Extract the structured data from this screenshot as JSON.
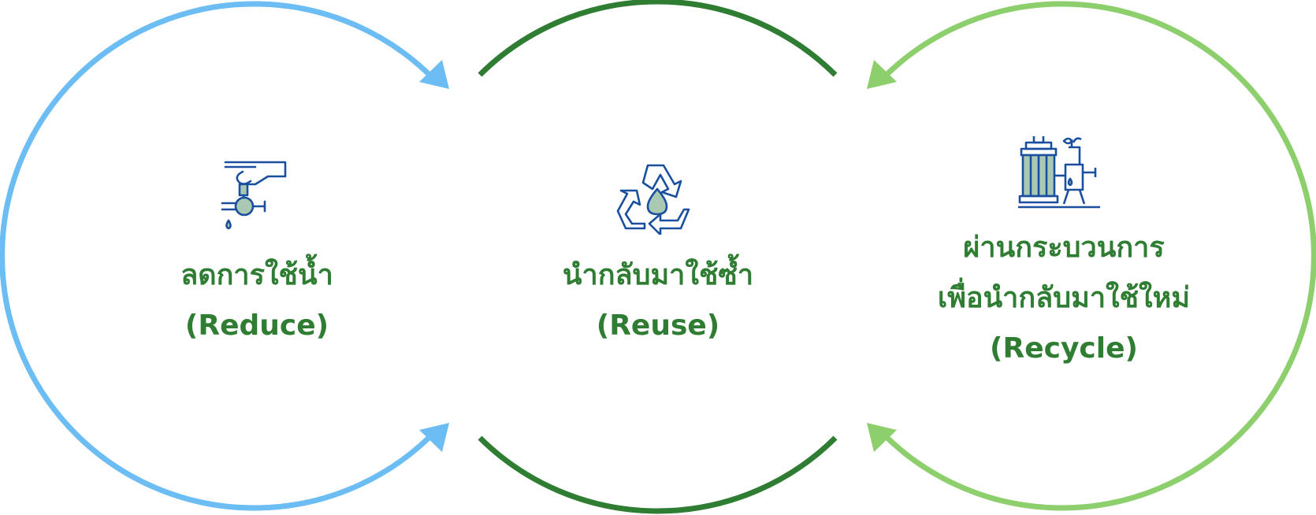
{
  "colors": {
    "reduce_ring": "#6bbdf3",
    "reuse_ring": "#2e7d32",
    "recycle_ring": "#8ccf6c",
    "text": "#2e7d32",
    "icon_stroke": "#1a4fa0",
    "icon_fill": "#a9c9b3"
  },
  "steps": [
    {
      "icon": "faucet-hand-icon",
      "title": "ลดการใช้น้ำ",
      "subtitle": "(Reduce)"
    },
    {
      "icon": "recycle-water-drop-icon",
      "title": "นำกลับมาใช้ซ้ำ",
      "subtitle": "(Reuse)"
    },
    {
      "icon": "water-treatment-plant-icon",
      "title_line1": "ผ่านกระบวนการ",
      "title_line2": "เพื่อนำกลับมาใช้ใหม่",
      "subtitle": "(Recycle)"
    }
  ]
}
